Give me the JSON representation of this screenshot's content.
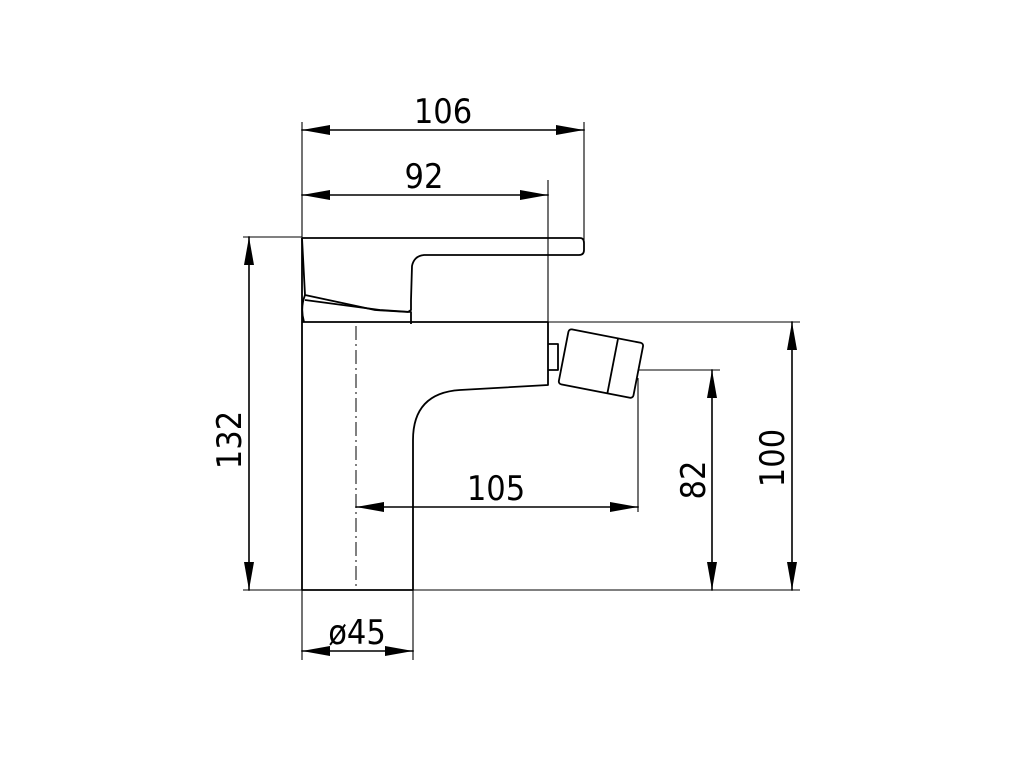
{
  "dimensions": {
    "total_width": "106",
    "lever_width": "92",
    "total_height": "132",
    "spout_reach": "105",
    "spout_height": "82",
    "body_height": "100",
    "base_diameter": "ø45"
  }
}
